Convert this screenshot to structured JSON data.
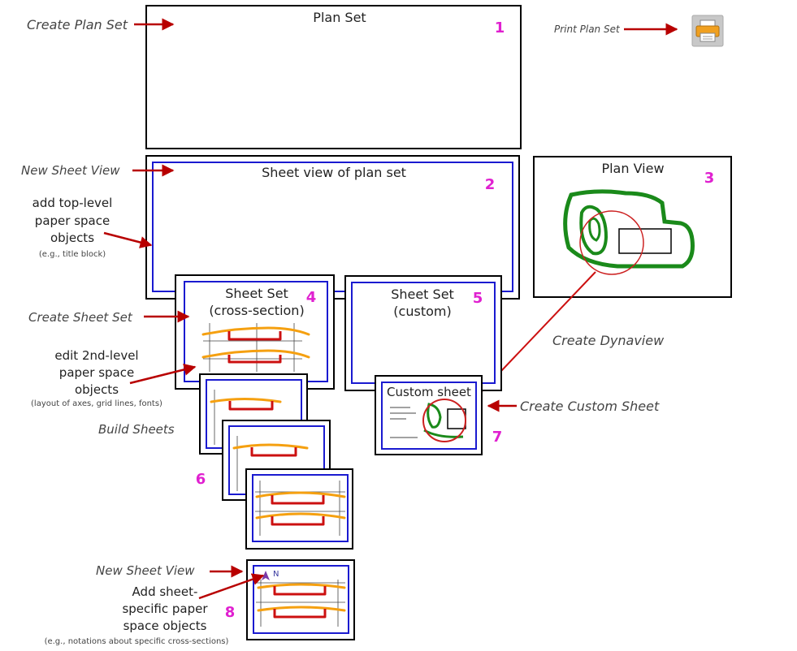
{
  "annotations": {
    "create_plan_set": "Create Plan Set",
    "print_plan_set": "Print Plan Set",
    "new_sheet_view_top": "New Sheet View",
    "add_top_level_1": "add top-level",
    "add_top_level_2": "paper space",
    "add_top_level_3": "objects",
    "add_top_level_example": "(e.g., title block)",
    "create_sheet_set": "Create Sheet Set",
    "edit_2nd_1": "edit 2nd-level",
    "edit_2nd_2": "paper space",
    "edit_2nd_3": "objects",
    "edit_2nd_example": "(layout of axes, grid lines, fonts)",
    "build_sheets": "Build Sheets",
    "create_dynaview": "Create Dynaview",
    "create_custom_sheet": "Create Custom Sheet",
    "new_sheet_view_bottom": "New Sheet View",
    "add_sheet_1": "Add sheet-",
    "add_sheet_2": "specific paper",
    "add_sheet_3": "space objects",
    "add_sheet_example": "(e.g., notations about specific cross-sections)"
  },
  "boxes": {
    "plan_set": {
      "title": "Plan Set",
      "number": "1"
    },
    "sheet_view": {
      "title": "Sheet view of plan set",
      "number": "2"
    },
    "plan_view": {
      "title": "Plan View",
      "number": "3"
    },
    "sheet_set_xs": {
      "title_1": "Sheet Set",
      "title_2": "(cross-section)",
      "number": "4"
    },
    "sheet_set_custom": {
      "title_1": "Sheet Set",
      "title_2": "(custom)",
      "number": "5"
    },
    "build_stack": {
      "number": "6"
    },
    "custom_sheet": {
      "title": "Custom sheet",
      "number": "7"
    },
    "final_sheet": {
      "north_label": "N",
      "number": "8"
    }
  },
  "icons": {
    "printer": "printer-icon"
  },
  "colors": {
    "box_border": "#000000",
    "inner_border": "#1a1ad0",
    "step_number": "#e020d0",
    "arrow": "#b80000",
    "plan_outline": "#1a8a1a",
    "road_orange": "#f5a010",
    "road_red": "#cc1010"
  }
}
